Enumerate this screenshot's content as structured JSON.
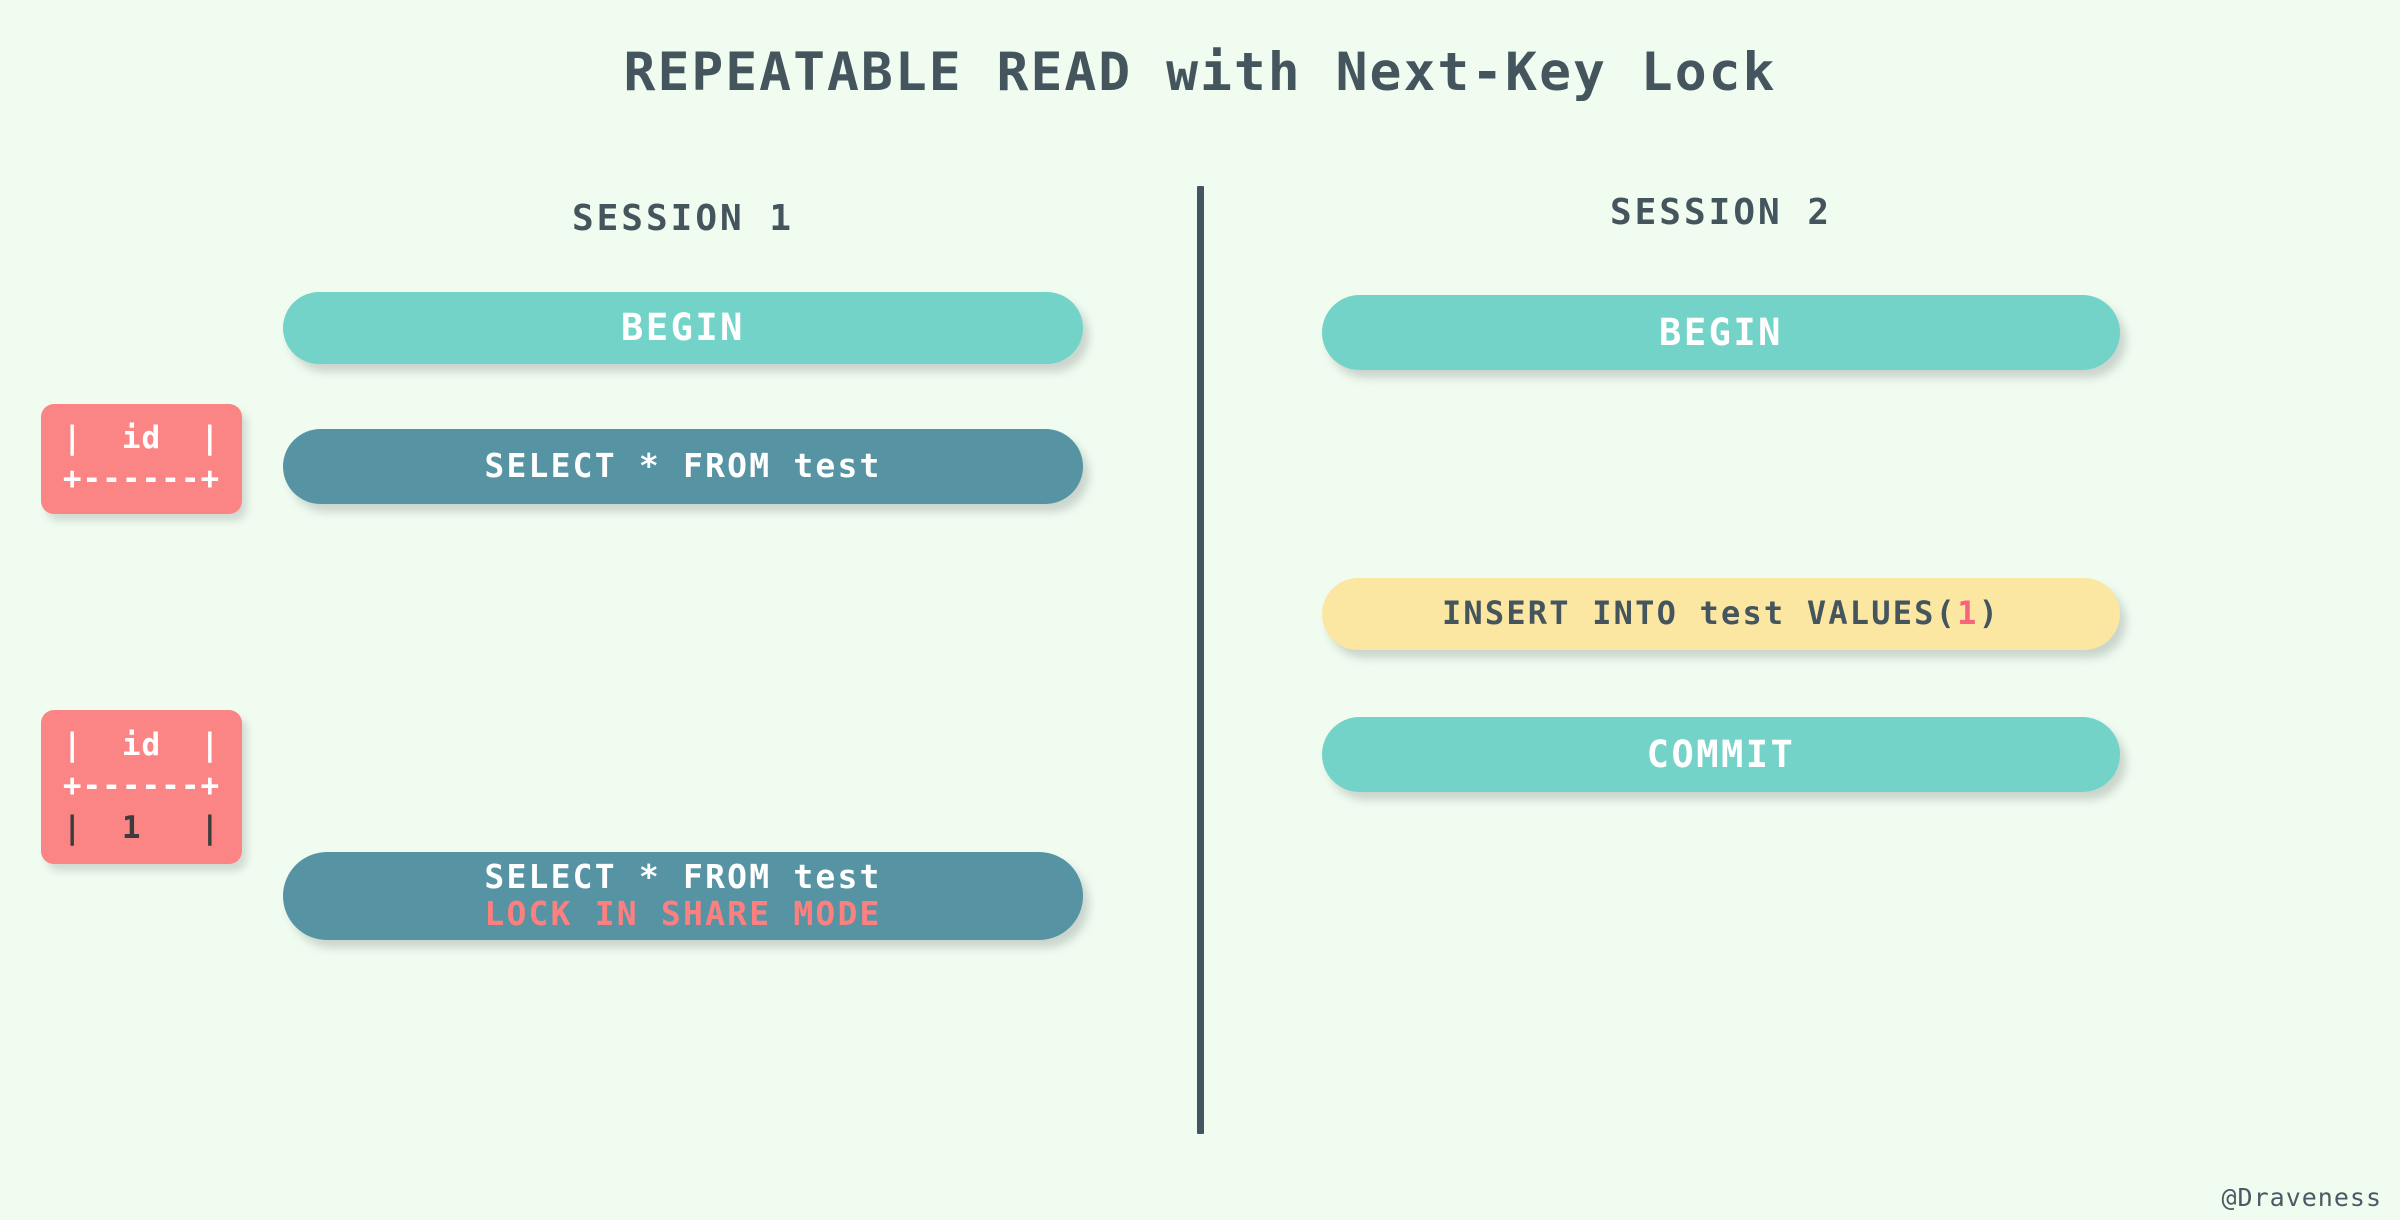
{
  "title": "REPEATABLE READ with Next-Key Lock",
  "background_color": "#f1fcf1",
  "colors": {
    "title_text": "#44555e",
    "divider": "#435560",
    "begin_commit_pill": "#74d3c8",
    "select_pill": "#5693a3",
    "insert_pill": "#fbe7a2",
    "result_box": "#fb8585",
    "accent_red": "#fc8080",
    "accent_red_number": "#f8647c",
    "pill_text_light": "#ffffff",
    "insert_text": "#44555e",
    "result_row_dark": "#3c3c3c"
  },
  "sessions": [
    {
      "id": "session-1",
      "header": "SESSION 1",
      "statements": [
        {
          "id": "s1-begin",
          "kind": "begin",
          "lines": [
            {
              "text": "BEGIN"
            }
          ]
        },
        {
          "id": "s1-select1",
          "kind": "select",
          "lines": [
            {
              "text": "SELECT * FROM test"
            }
          ]
        },
        {
          "id": "s1-select2",
          "kind": "select",
          "lines": [
            {
              "text": "SELECT * FROM test"
            },
            {
              "text": "LOCK IN SHARE MODE",
              "accent": "red"
            }
          ]
        }
      ],
      "results": [
        {
          "id": "result-1",
          "rows": [
            {
              "text": "|  id  |",
              "style": "light"
            },
            {
              "text": "+------+",
              "style": "light"
            }
          ]
        },
        {
          "id": "result-2",
          "rows": [
            {
              "text": "|  id  |",
              "style": "light"
            },
            {
              "text": "+------+",
              "style": "light"
            },
            {
              "text": "|  1   |",
              "style": "dark"
            }
          ]
        }
      ]
    },
    {
      "id": "session-2",
      "header": "SESSION 2",
      "statements": [
        {
          "id": "s2-begin",
          "kind": "begin",
          "lines": [
            {
              "text": "BEGIN"
            }
          ]
        },
        {
          "id": "s2-insert",
          "kind": "insert",
          "lines": [
            {
              "prefix": "INSERT INTO test VALUES(",
              "value": "1",
              "suffix": ")"
            }
          ]
        },
        {
          "id": "s2-commit",
          "kind": "commit",
          "lines": [
            {
              "text": "COMMIT"
            }
          ]
        }
      ],
      "results": []
    }
  ],
  "watermark": "@Draveness"
}
